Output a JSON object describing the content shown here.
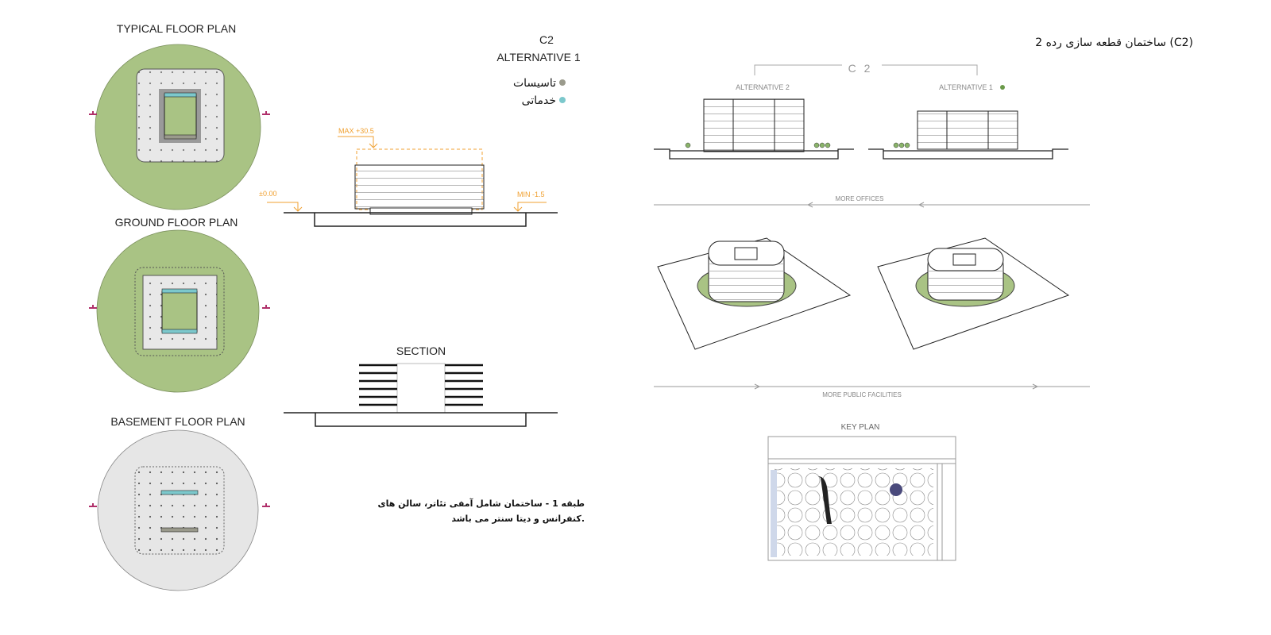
{
  "plans": {
    "typical": "TYPICAL FLOOR PLAN",
    "ground": "GROUND FLOOR PLAN",
    "basement": "BASEMENT FLOOR PLAN"
  },
  "elevation": {
    "code": "C2",
    "alternative": "ALTERNATIVE  1",
    "legend": [
      {
        "label": "تاسیسات",
        "color": "#9a9a8c"
      },
      {
        "label": "خدماتی",
        "color": "#7cc8cc"
      }
    ],
    "max_label": "MAX +30.5",
    "zero_label": "±0.00",
    "min_label": "MIN -1.5"
  },
  "section": {
    "title": "SECTION"
  },
  "description": {
    "line1": "طبقه 1  - ساختمان شامل آمفی تئاتر، سالن های",
    "line2": "کنفرانس و دیتا سنتر می باشد."
  },
  "right": {
    "title": "ساختمان قطعه سازی رده 2 (C2)",
    "code": "C 2",
    "alt2": "ALTERNATIVE 2",
    "alt1": "ALTERNATIVE 1",
    "more_offices": "MORE OFFICES",
    "more_public": "MORE PUBLIC FACILITIES",
    "key_plan": "KEY PLAN"
  },
  "colors": {
    "green": "#a9c384",
    "orange": "#f0a030",
    "gray": "#e6e6e6",
    "cyan": "#7cc8cc",
    "marker": "#b0306a",
    "site": "#4a4a7c"
  }
}
